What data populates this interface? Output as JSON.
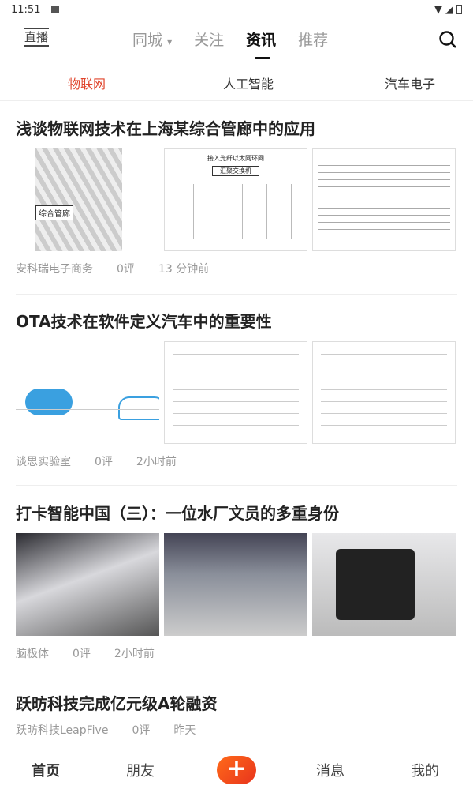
{
  "status": {
    "time": "11:51"
  },
  "header": {
    "live": "直播",
    "tabs": [
      "同城",
      "关注",
      "资讯",
      "推荐"
    ],
    "active_tab": "资讯",
    "dropdown_icon": "▾"
  },
  "subtabs": {
    "items": [
      "物联网",
      "人工智能",
      "汽车电子"
    ],
    "active": "物联网",
    "accent": "#e0442b"
  },
  "articles": [
    {
      "title": "浅谈物联网技术在上海某综合管廊中的应用",
      "source": "安科瑞电子商务",
      "comments": "0评",
      "time": "13 分钟前",
      "image_labels": [
        "综合管廊",
        "接入光纤以太网环网",
        "汇聚交换机"
      ]
    },
    {
      "title": "OTA技术在软件定义汽车中的重要性",
      "source": "谈思实验室",
      "comments": "0评",
      "time": "2小时前"
    },
    {
      "title": "打卡智能中国（三）：一位水厂文员的多重身份",
      "source": "脑极体",
      "comments": "0评",
      "time": "2小时前"
    },
    {
      "title": "跃昉科技完成亿元级A轮融资",
      "source": "跃昉科技LeapFive",
      "comments": "0评",
      "time": "昨天"
    }
  ],
  "nav": {
    "items": [
      "首页",
      "朋友",
      "消息",
      "我的"
    ],
    "plus": "+"
  }
}
